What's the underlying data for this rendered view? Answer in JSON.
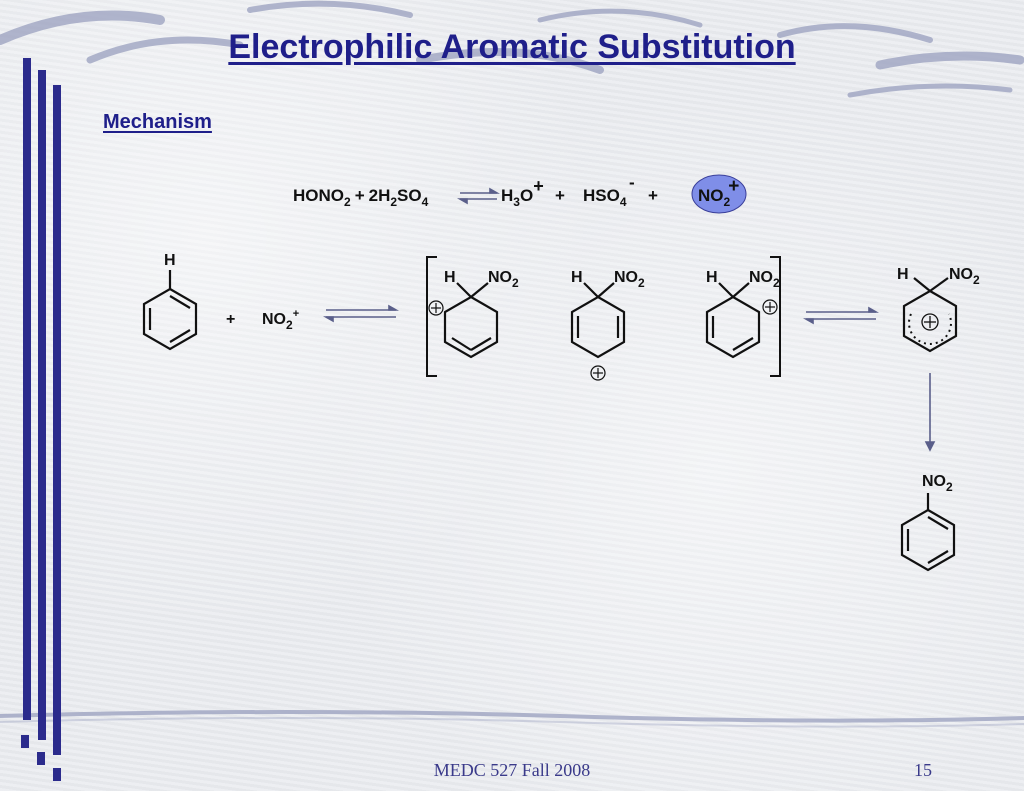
{
  "slide": {
    "title": "Electrophilic Aromatic Substitution",
    "subtitle": "Mechanism"
  },
  "reaction": {
    "hono": "HONO",
    "sub2": "2",
    "plus": "+",
    "two_h": "2H",
    "so": "SO",
    "sub4": "4",
    "h": "H",
    "sub3": "3",
    "o": "O",
    "charge_plus": "+",
    "hso": "HSO",
    "charge_minus": "-",
    "no": "NO"
  },
  "mechanism": {
    "h": "H",
    "no": "NO",
    "sub2": "2",
    "plus": "+",
    "charge_plus": "+"
  },
  "footer": {
    "course": "MEDC 527 Fall 2008",
    "page": "15"
  },
  "colors": {
    "title": "#1f1f8a",
    "bars": "#2b2b8c",
    "highlight": "#7f8ee8",
    "arrow": "#5a5f8a"
  }
}
